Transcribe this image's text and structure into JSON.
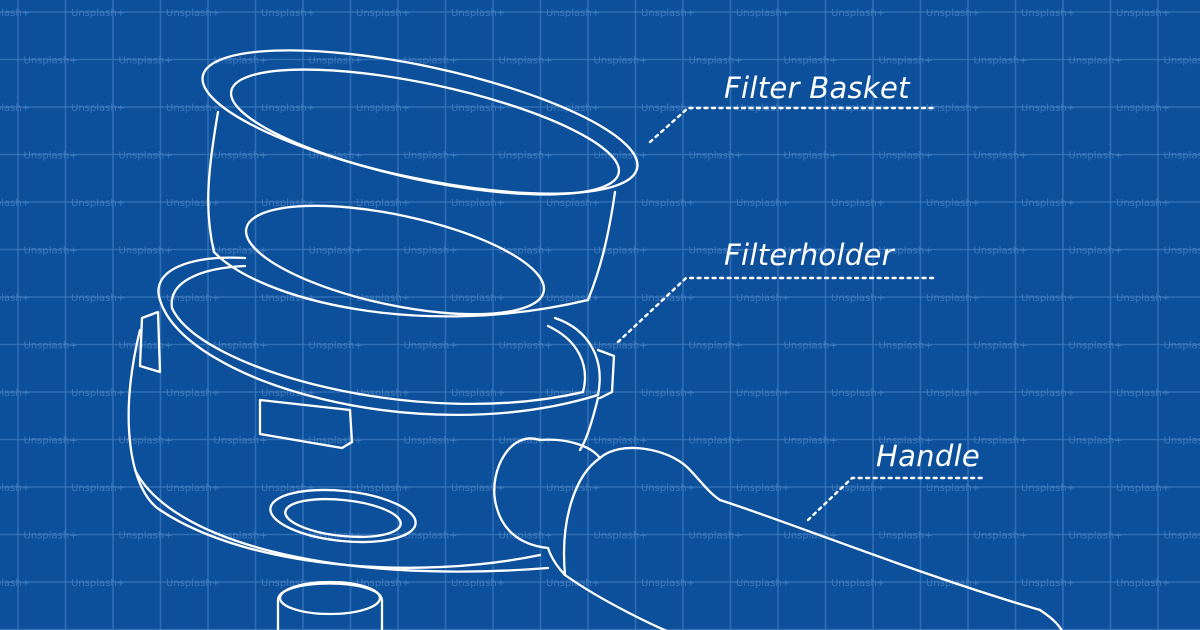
{
  "diagram": {
    "background_color": "#0c4f9a",
    "line_color": "#ffffff",
    "grid_color": "#3b78bd",
    "watermark_text": "Unsplash+",
    "labels": {
      "filter_basket": "Filter Basket",
      "filterholder": "Filterholder",
      "handle": "Handle"
    }
  }
}
